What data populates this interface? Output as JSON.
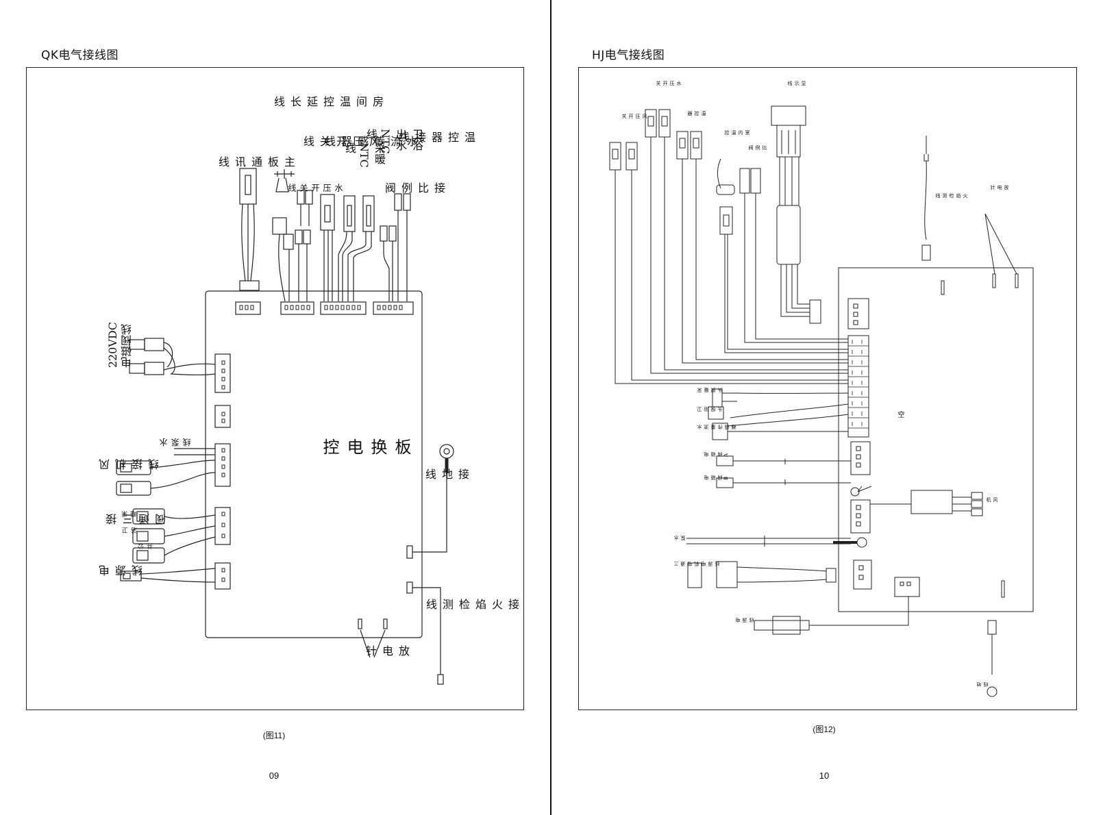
{
  "pages": [
    {
      "title": "QK电气接线图",
      "board_label": "板换电控",
      "labels": {
        "main_comm": "主板通讯线",
        "room_temp": "房间温控延长线",
        "water_pressure": "水压开关线",
        "wind_pressure": "风压开关线",
        "flow_sensor": "水流传感器线",
        "heating_ntc": "采暖NTC线",
        "bath_ntc": "卫浴出水NTC线",
        "thermostat": "温控器接线",
        "proportional_valve": "接比例阀",
        "solenoid": "220VDC电磁阀线",
        "pump": "水泵线",
        "fan": "风机接线",
        "three_way": "接三通阀",
        "heating_small": "采暖",
        "common_small": "公共",
        "bath_small": "卫浴",
        "power": "电源线",
        "ground": "接地线",
        "flame_detect": "接火焰检测线",
        "ignition": "放电针"
      },
      "caption": "(图11)",
      "page_number": "09"
    },
    {
      "title": "HJ电气接线图",
      "labels": {
        "wind_switch": "风压开关",
        "water_switch": "水压开关",
        "thermostat": "温控器",
        "room_temp": "室内温控",
        "prop_valve": "比例阀",
        "display": "显示线",
        "flame": "火焰检测线",
        "ignition": "放电针",
        "heating_probe": "采暖探头",
        "bath_probe": "卫浴探头",
        "flow_sensor": "水流量传感器",
        "valve_a": "电磁阀A",
        "valve_b": "电磁阀B",
        "empty": "空",
        "fan": "风机",
        "pump": "水泵",
        "three_way_motor": "三通电机电源线",
        "power": "电源线",
        "ground": "地线"
      },
      "caption": "(图12)",
      "page_number": "10"
    }
  ]
}
